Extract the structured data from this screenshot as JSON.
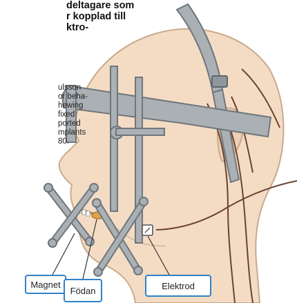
{
  "heading": {
    "lines": [
      "deltagare som",
      "r kopplad till",
      "ktro-"
    ]
  },
  "caption": {
    "lines": [
      "ulsson",
      "or beha-",
      "hewing",
      "fixed",
      "ported",
      "mplants",
      "80."
    ]
  },
  "labels": {
    "magnet": "Magnet",
    "fodan": "Födan",
    "elektrod": "Elektrod"
  },
  "colors": {
    "skin": "#f4dcc4",
    "skin_outline": "#c9a98d",
    "frame": "#aab0b4",
    "frame_outline": "#6e767c",
    "wire": "#6b4230",
    "label_border": "#2f82c6"
  }
}
